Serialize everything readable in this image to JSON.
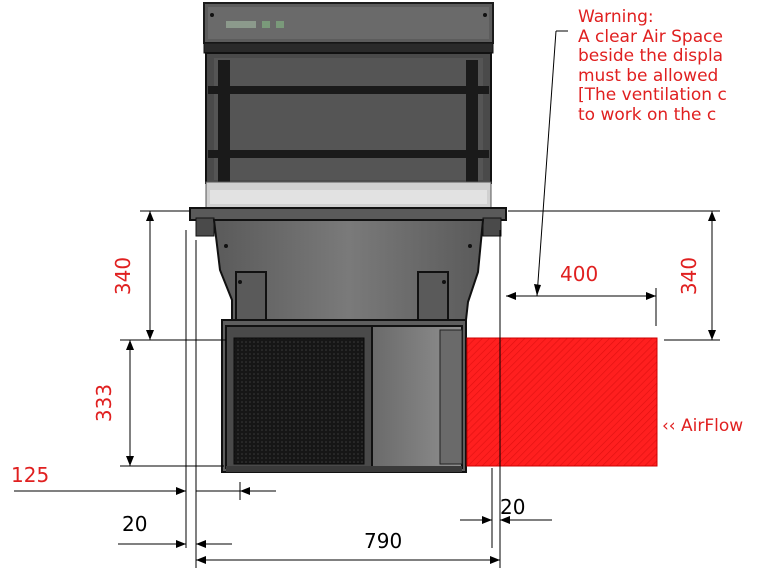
{
  "warning": {
    "lines": [
      "Warning:",
      "A clear Air Space",
      "beside the displa",
      "must be allowed",
      "[The ventilation c",
      " to work on the c"
    ]
  },
  "airflow_label": "‹‹ AirFlow",
  "dimensions": {
    "upper_left_height": "340",
    "lower_left_height": "333",
    "right_height": "340",
    "clearance_width": "400",
    "offset_left": "125",
    "gap_left": "20",
    "gap_right": "20",
    "overall_width": "790"
  },
  "colors": {
    "dimension_red": "#e02020",
    "airspace_fill": "#ff1a1a",
    "unit_body": "#6e6e6e",
    "unit_dark": "#1e1e1e"
  }
}
